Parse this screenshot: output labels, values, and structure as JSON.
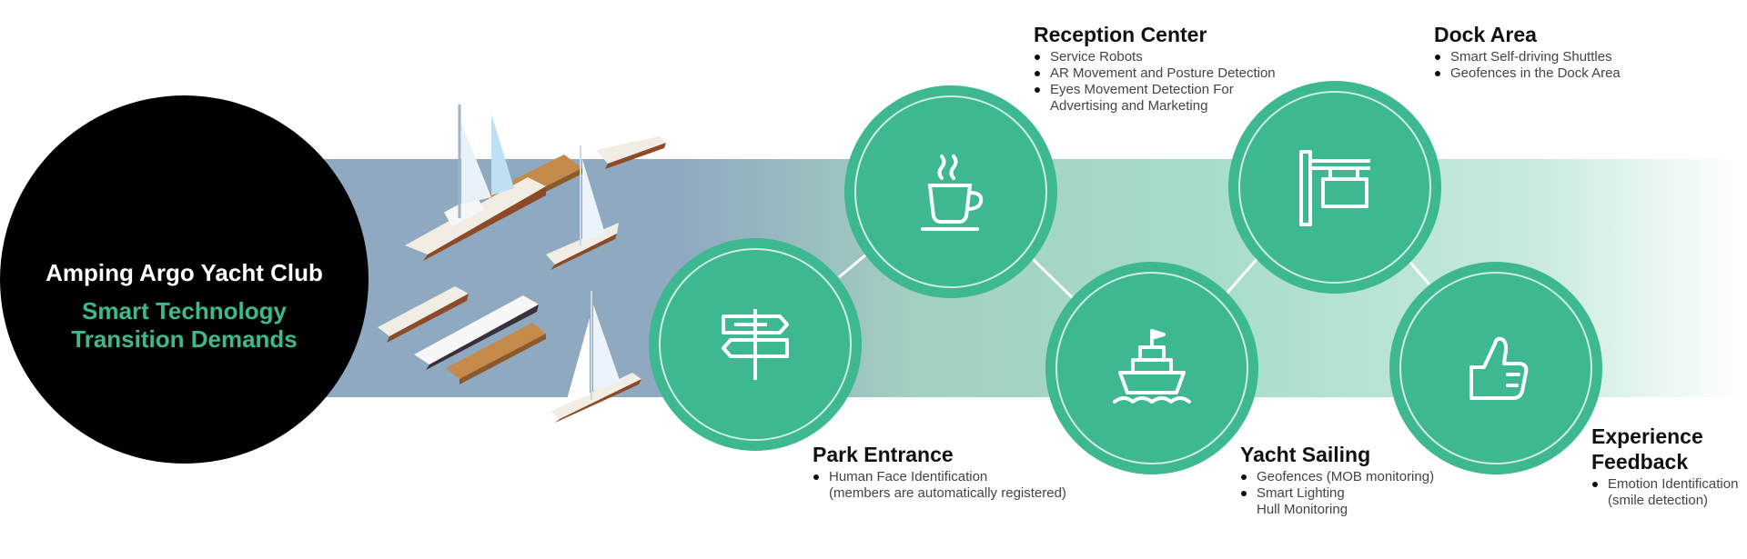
{
  "club": {
    "title": "Amping Argo Yacht Club",
    "subtitle_line1": "Smart Technology",
    "subtitle_line2": "Transition Demands"
  },
  "stations": {
    "park_entrance": {
      "title": "Park Entrance",
      "icon": "signpost-icon",
      "items": [
        "Human Face Identification",
        "(members are automatically registered)"
      ]
    },
    "reception_center": {
      "title": "Reception Center",
      "icon": "coffee-cup-icon",
      "items": [
        "Service Robots",
        "AR Movement and Posture Detection",
        "Eyes Movement Detection For",
        "Advertising and Marketing"
      ]
    },
    "yacht_sailing": {
      "title": "Yacht Sailing",
      "icon": "ship-icon",
      "items": [
        "Geofences (MOB monitoring)",
        "Smart Lighting",
        "Hull Monitoring"
      ]
    },
    "dock_area": {
      "title": "Dock Area",
      "icon": "hanging-sign-icon",
      "items": [
        "Smart Self-driving Shuttles",
        "Geofences in the Dock Area"
      ]
    },
    "experience_feedback": {
      "title_line1": "Experience",
      "title_line2": "Feedback",
      "icon": "thumbs-up-icon",
      "items": [
        "Emotion Identification",
        "(smile detection)"
      ]
    }
  },
  "colors": {
    "accent_green": "#3db891",
    "band_blue": "#8fa9c0",
    "band_green": "#a6ddc8",
    "club_circle": "#000000"
  }
}
